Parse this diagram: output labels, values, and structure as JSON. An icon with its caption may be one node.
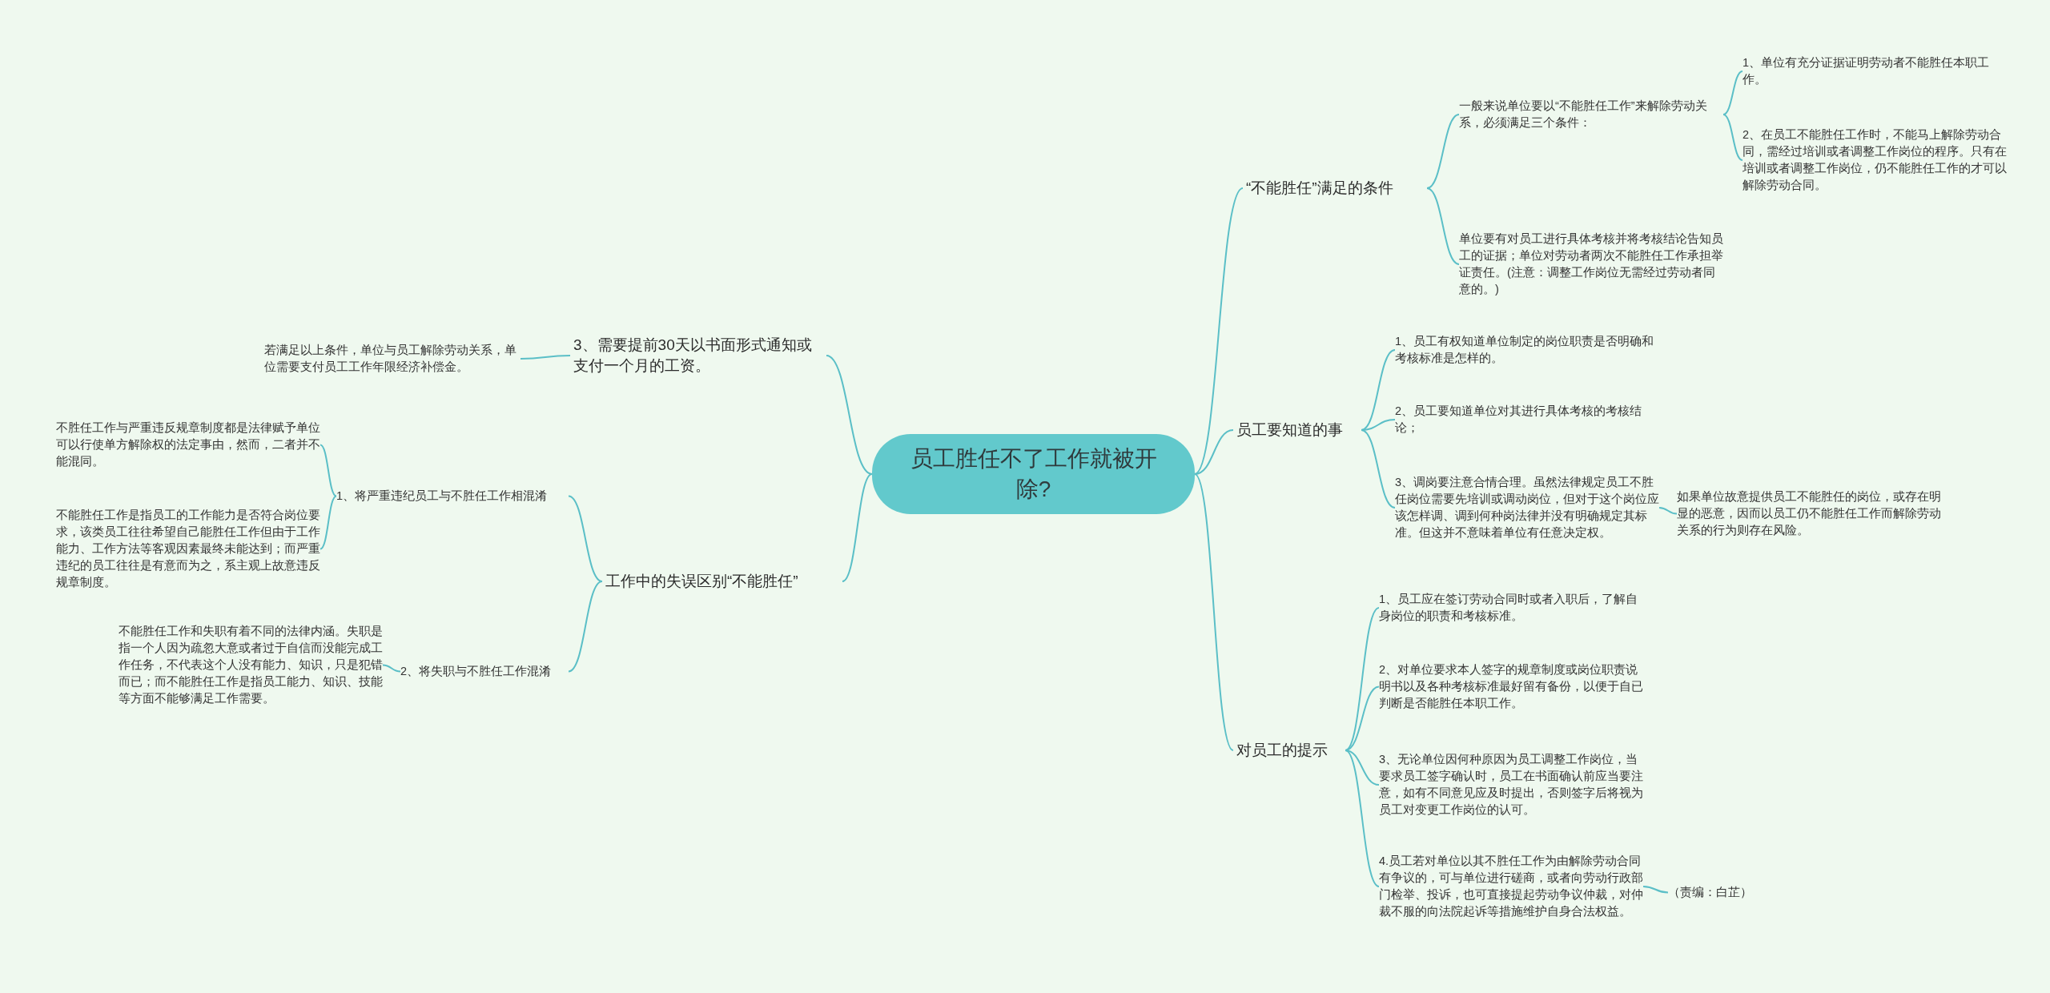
{
  "diagram": {
    "nodes": [
      {
        "text": [
          "员工胜任不了工作就被开除?"
        ]
      },
      {
        "text": [
          "“不能胜任”满足的条件"
        ]
      },
      {
        "text": [
          "一般来说单位要以“不能胜任工作”来解除劳动关系，必须满足三个条件："
        ]
      },
      {
        "text": [
          "1、单位有充分证据证明劳动者不能胜任本职工作。"
        ]
      },
      {
        "text": [
          "2、在员工不能胜任工作时，不能马上解除劳动合同，需经过培训或者调整工作岗位的程序。只有在培训或者调整工作岗位，仍不能胜任工作的才可以解除劳动合同。"
        ]
      },
      {
        "text": [
          "单位要有对员工进行具体考核并将考核结论告知员工的证据；单位对劳动者两次不能胜任工作承担举证责任。(注意：调整工作岗位无需经过劳动者同意的。)"
        ]
      },
      {
        "text": [
          "员工要知道的事"
        ]
      },
      {
        "text": [
          "1、员工有权知道单位制定的岗位职责是否明确和考核标准是怎样的。"
        ]
      },
      {
        "text": [
          "2、员工要知道单位对其进行具体考核的考核结论；"
        ]
      },
      {
        "text": [
          "3、调岗要注意合情合理。虽然法律规定员工不胜任岗位需要先培训或调动岗位，但对于这个岗位应该怎样调、调到何种岗法律并没有明确规定其标准。但这并不意味着单位有任意决定权。"
        ]
      },
      {
        "text": [
          "如果单位故意提供员工不能胜任的岗位，或存在明显的恶意，因而以员工仍不能胜任工作而解除劳动关系的行为则存在风险。"
        ]
      },
      {
        "text": [
          "对员工的提示"
        ]
      },
      {
        "text": [
          "1、员工应在签订劳动合同时或者入职后，了解自身岗位的职责和考核标准。"
        ]
      },
      {
        "text": [
          "2、对单位要求本人签字的规章制度或岗位职责说明书以及各种考核标准最好留有备份，以便于自已判断是否能胜任本职工作。"
        ]
      },
      {
        "text": [
          "3、无论单位因何种原因为员工调整工作岗位，当要求员工签字确认时，员工在书面确认前应当要注意，如有不同意见应及时提出，否则签字后将视为员工对变更工作岗位的认可。"
        ]
      },
      {
        "text": [
          "4.员工若对单位以其不胜任工作为由解除劳动合同有争议的，可与单位进行磋商，或者向劳动行政部门检举、投诉，也可直接提起劳动争议仲裁，对仲裁不服的向法院起诉等措施维护自身合法权益。"
        ]
      },
      {
        "text": [
          "（责编：白芷）"
        ]
      },
      {
        "text": [
          "3、需要提前30天以书面形式通知或支付一个月的工资。"
        ]
      },
      {
        "text": [
          "若满足以上条件，单位与员工解除劳动关系，单位需要支付员工工作年限经济补偿金。"
        ]
      },
      {
        "text": [
          "工作中的失误区别“不能胜任”"
        ]
      },
      {
        "text": [
          "1、将严重违纪员工与不胜任工作相混淆"
        ]
      },
      {
        "text": [
          "不胜任工作与严重违反规章制度都是法律赋予单位可以行使单方解除权的法定事由，然而，二者并不能混同。"
        ]
      },
      {
        "text": [
          "不能胜任工作是指员工的工作能力是否符合岗位要求，该类员工往往希望自己能胜任工作但由于工作能力、工作方法等客观因素最终未能达到；而严重违纪的员工往往是有意而为之，系主观上故意违反规章制度。"
        ]
      },
      {
        "text": [
          "2、将失职与不胜任工作混淆"
        ]
      },
      {
        "text": [
          "不能胜任工作和失职有着不同的法律内涵。失职是指一个人因为疏忽大意或者过于自信而没能完成工作任务，不代表这个人没有能力、知识，只是犯错而已；而不能胜任工作是指员工能力、知识、技能等方面不能够满足工作需要。"
        ]
      }
    ],
    "edges": [
      {
        "from": 0,
        "to": 1,
        "arrow": "none"
      },
      {
        "from": 1,
        "to": 2,
        "arrow": "none"
      },
      {
        "from": 2,
        "to": 3,
        "arrow": "none"
      },
      {
        "from": 2,
        "to": 4,
        "arrow": "none"
      },
      {
        "from": 1,
        "to": 5,
        "arrow": "none"
      },
      {
        "from": 0,
        "to": 6,
        "arrow": "none"
      },
      {
        "from": 6,
        "to": 7,
        "arrow": "none"
      },
      {
        "from": 6,
        "to": 8,
        "arrow": "none"
      },
      {
        "from": 6,
        "to": 9,
        "arrow": "none"
      },
      {
        "from": 9,
        "to": 10,
        "arrow": "none"
      },
      {
        "from": 0,
        "to": 11,
        "arrow": "none"
      },
      {
        "from": 11,
        "to": 12,
        "arrow": "none"
      },
      {
        "from": 11,
        "to": 13,
        "arrow": "none"
      },
      {
        "from": 11,
        "to": 14,
        "arrow": "none"
      },
      {
        "from": 11,
        "to": 15,
        "arrow": "none"
      },
      {
        "from": 15,
        "to": 16,
        "arrow": "none"
      },
      {
        "from": 0,
        "to": 17,
        "arrow": "none"
      },
      {
        "from": 17,
        "to": 18,
        "arrow": "none"
      },
      {
        "from": 0,
        "to": 19,
        "arrow": "none"
      },
      {
        "from": 19,
        "to": 20,
        "arrow": "none"
      },
      {
        "from": 20,
        "to": 21,
        "arrow": "none"
      },
      {
        "from": 20,
        "to": 22,
        "arrow": "none"
      },
      {
        "from": 19,
        "to": 23,
        "arrow": "none"
      },
      {
        "from": 23,
        "to": 24,
        "arrow": "none"
      }
    ]
  }
}
